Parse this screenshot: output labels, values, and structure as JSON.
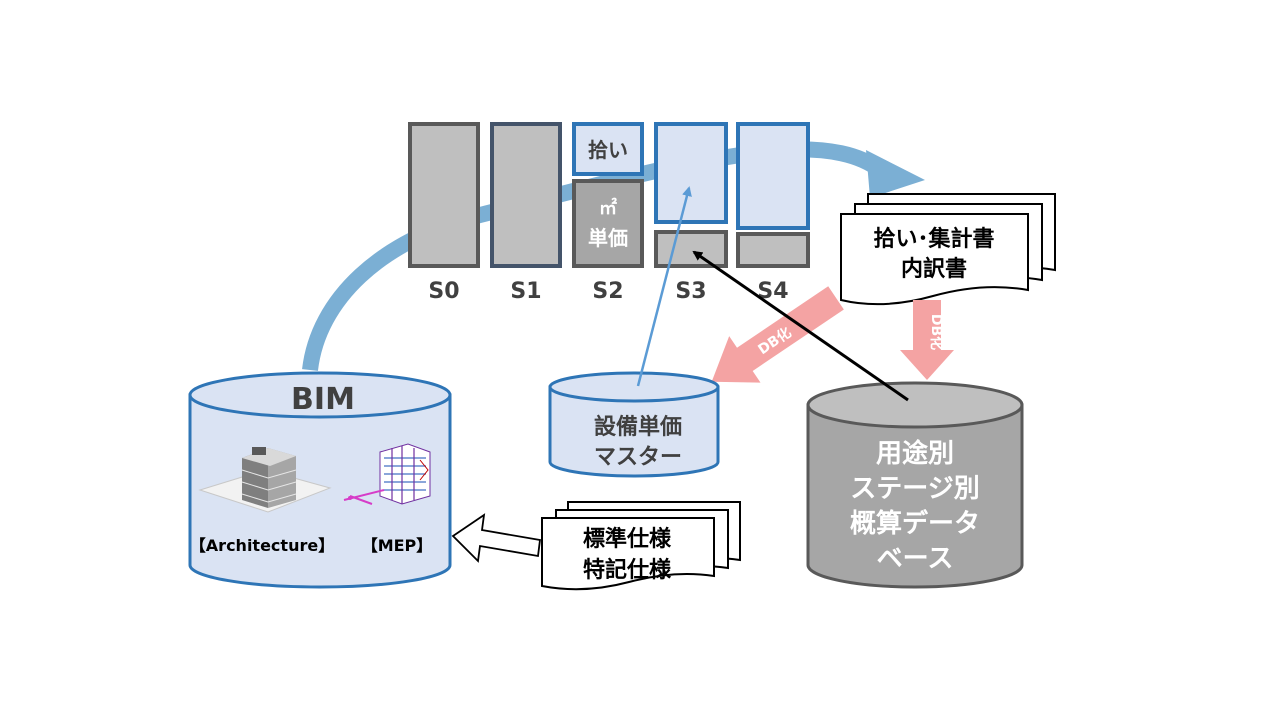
{
  "stages": {
    "labels": [
      "S0",
      "S1",
      "S2",
      "S3",
      "S4"
    ],
    "s2_top": "拾い",
    "s2_bottom_line1": "㎡",
    "s2_bottom_line2": "単価"
  },
  "bim": {
    "title": "BIM",
    "arch_label": "【Architecture】",
    "mep_label": "【MEP】"
  },
  "master": {
    "line1": "設備単価",
    "line2": "マスター"
  },
  "database": {
    "line1": "用途別",
    "line2": "ステージ別",
    "line3": "概算データ",
    "line4": "ベース"
  },
  "report_doc": {
    "line1": "拾い･集計書",
    "line2": "内訳書"
  },
  "spec_doc": {
    "line1": "標準仕様",
    "line2": "特記仕様"
  },
  "arrows": {
    "db_label_left": "DB化",
    "db_label_down": "DB化"
  },
  "colors": {
    "gray_fill": "#bfbfbf",
    "gray_stroke": "#595959",
    "blue_stroke": "#2e75b6",
    "light_blue_fill": "#dae3f3",
    "flow_blue": "#7bafd4",
    "pink_arrow": "#f4a3a3"
  }
}
